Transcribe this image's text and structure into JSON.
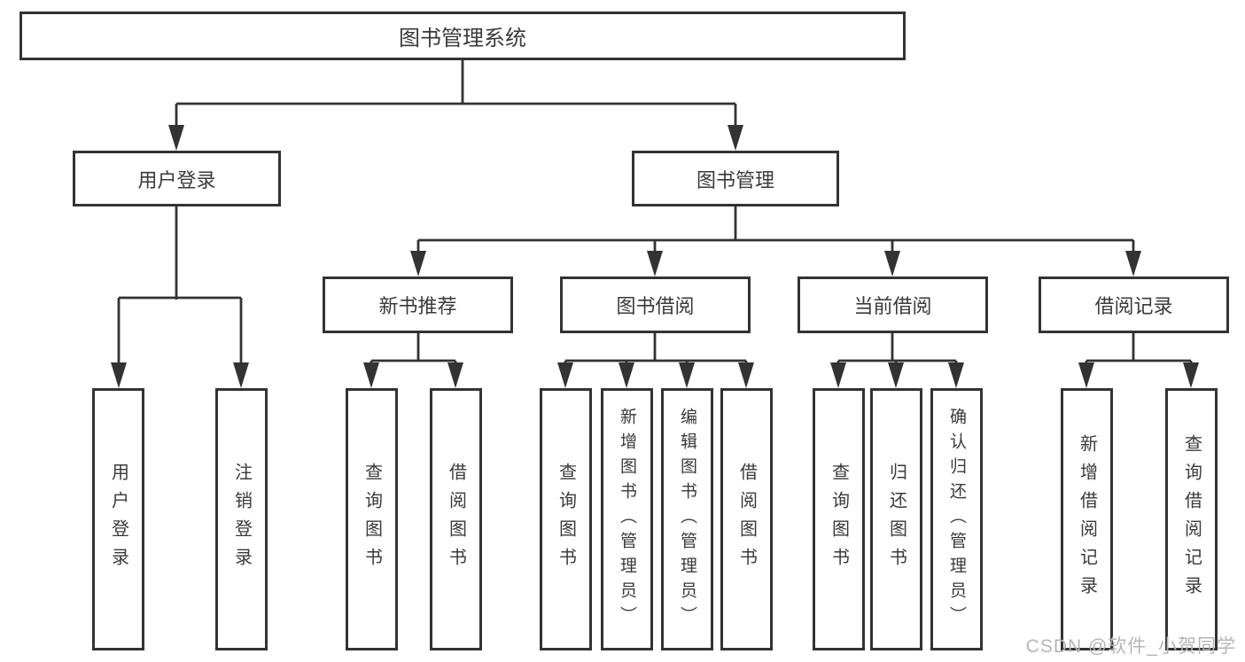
{
  "tree": {
    "root": "图书管理系统",
    "groups": [
      {
        "label": "用户登录",
        "leaves": [
          "用户登录",
          "注销登录"
        ]
      },
      {
        "label": "图书管理",
        "subgroups": [
          {
            "label": "新书推荐",
            "leaves": [
              "查询图书",
              "借阅图书"
            ]
          },
          {
            "label": "图书借阅",
            "leaves": [
              "查询图书",
              "新增图书（管理员）",
              "编辑图书（管理员）",
              "借阅图书"
            ]
          },
          {
            "label": "当前借阅",
            "leaves": [
              "查询图书",
              "归还图书",
              "确认归还（管理员）"
            ]
          },
          {
            "label": "借阅记录",
            "leaves": [
              "新增借阅记录",
              "查询借阅记录"
            ]
          }
        ]
      }
    ]
  },
  "watermark": {
    "text": "CSDN @软件_小贺同学"
  },
  "style": {
    "line_color": "#333333",
    "box_border_color": "#333333",
    "text_color": "#3a3a3a",
    "watermark_color": "#b5b5b5",
    "background": "#ffffff"
  }
}
